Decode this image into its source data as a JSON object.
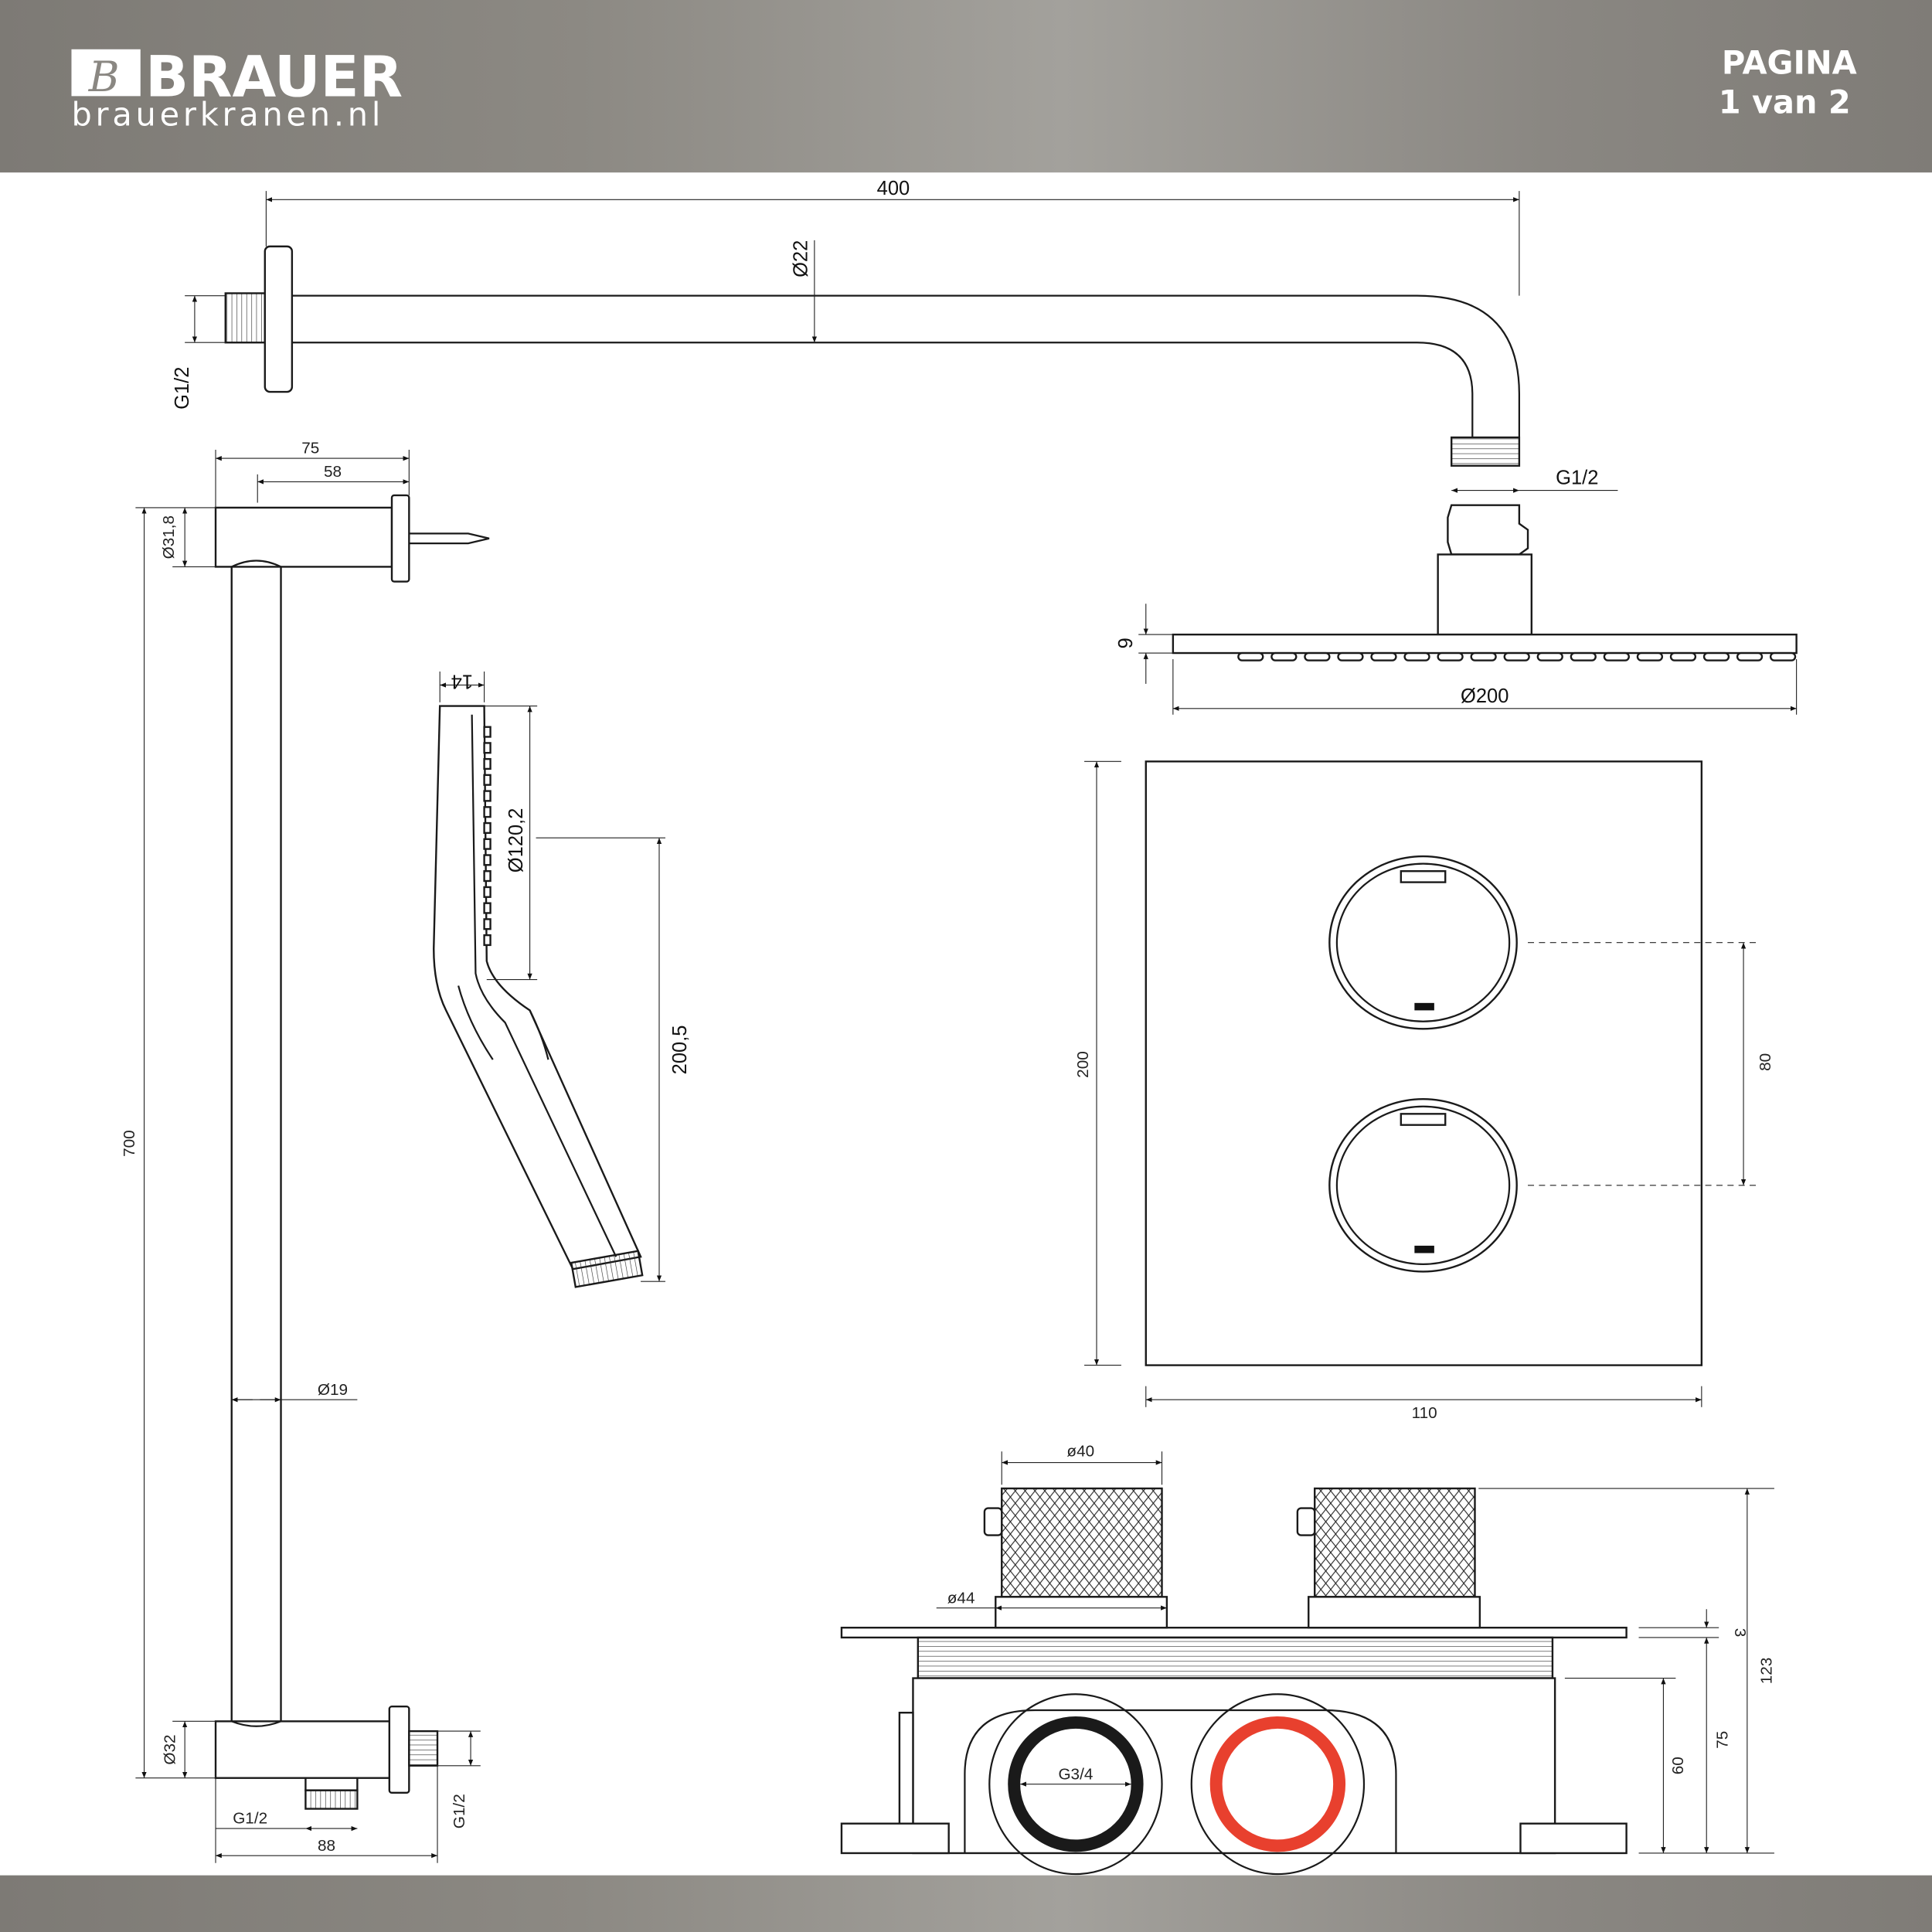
{
  "header": {
    "brand": "BRAUER",
    "website": "brauerkranen.nl",
    "page_label": "PAGINA",
    "page_number": "1 van 2"
  },
  "colors": {
    "banner": "#8a8782",
    "line": "#1a1a1a",
    "hot_ring": "#e8402e",
    "cold_ring": "#1a1a1a"
  },
  "shower_arm": {
    "length": "400",
    "pipe_diameter": "Ø22",
    "wall_thread": "G1/2",
    "outlet_thread": "G1/2"
  },
  "rain_head": {
    "height": "9",
    "diameter": "Ø200"
  },
  "valve_front": {
    "height": "200",
    "width": "110",
    "knob_spacing": "80"
  },
  "valve_side": {
    "knob_diameter": "ø40",
    "rosette_diameter": "ø44",
    "plate_thickness": "3",
    "depth_60": "60",
    "depth_75": "75",
    "total_depth": "123",
    "inlet_thread": "G3/4"
  },
  "slide_bar": {
    "bracket_depth": "75",
    "bracket_inner": "58",
    "top_diameter": "Ø31,8",
    "length": "700",
    "rod_diameter": "Ø19",
    "bottom_diameter": "Ø32",
    "outlet_thread_bottom": "G1/2",
    "outlet_thread_side": "G1/2",
    "bottom_width": "88"
  },
  "hand_shower": {
    "thickness": "14",
    "head_diameter": "Ø120,2",
    "length": "200,5"
  }
}
